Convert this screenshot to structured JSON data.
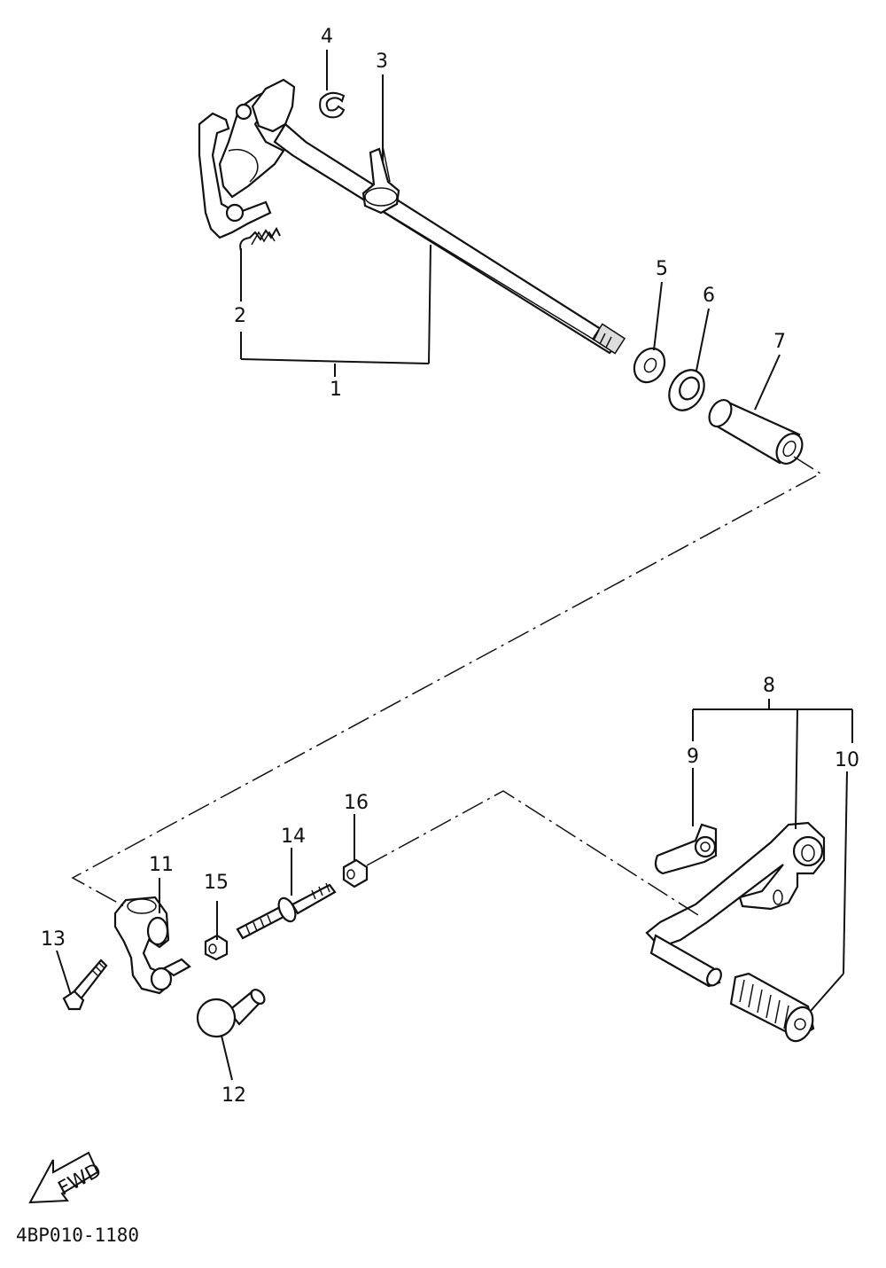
{
  "diagram": {
    "callouts": {
      "c1": "1",
      "c2": "2",
      "c3": "3",
      "c4": "4",
      "c5": "5",
      "c6": "6",
      "c7": "7",
      "c8": "8",
      "c9": "9",
      "c10": "10",
      "c11": "11",
      "c12": "12",
      "c13": "13",
      "c14": "14",
      "c15": "15",
      "c16": "16"
    },
    "fwd_label": "FWD",
    "drawing_code": "4BP010-1180"
  }
}
